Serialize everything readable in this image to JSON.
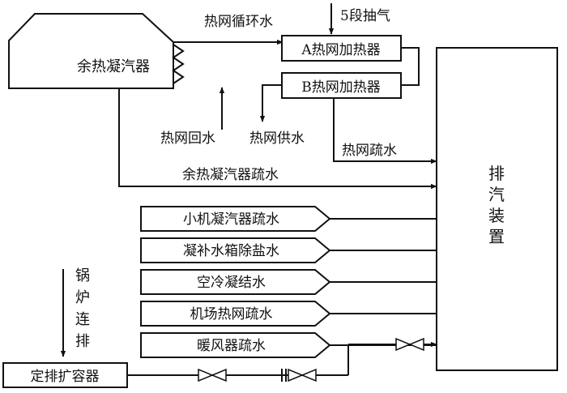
{
  "colors": {
    "line": "#111111",
    "background": "#ffffff"
  },
  "labels": {
    "residual_condenser": "余热凝汽器",
    "heat_net_circulating_water": "热网循环水",
    "stage5_extraction": "5段抽气",
    "heater_a": "A热网加热器",
    "heater_b": "B热网加热器",
    "heat_net_return_water": "热网回水",
    "heat_net_supply_water": "热网供水",
    "heat_net_drain": "热网疏水",
    "residual_condenser_drain": "余热凝汽器疏水",
    "exhaust_device": "排汽装置",
    "boiler_continuous_blowdown": "锅炉连排",
    "periodic_blowdown_flash_tank": "定排扩容器"
  },
  "drain_sources": [
    {
      "id": "small-turbine-condenser-drain",
      "label": "小机凝汽器疏水"
    },
    {
      "id": "makeup-tank-demin-water",
      "label": "凝补水箱除盐水"
    },
    {
      "id": "air-cooling-condensate",
      "label": "空冷凝结水"
    },
    {
      "id": "plant-heat-net-drain",
      "label": "机场热网疏水"
    },
    {
      "id": "heater-drain",
      "label": "暖风器疏水"
    }
  ],
  "icons": {
    "valve": "gate-valve-icon",
    "flow": "arrow-icon",
    "orifice": "orifice-icon"
  }
}
